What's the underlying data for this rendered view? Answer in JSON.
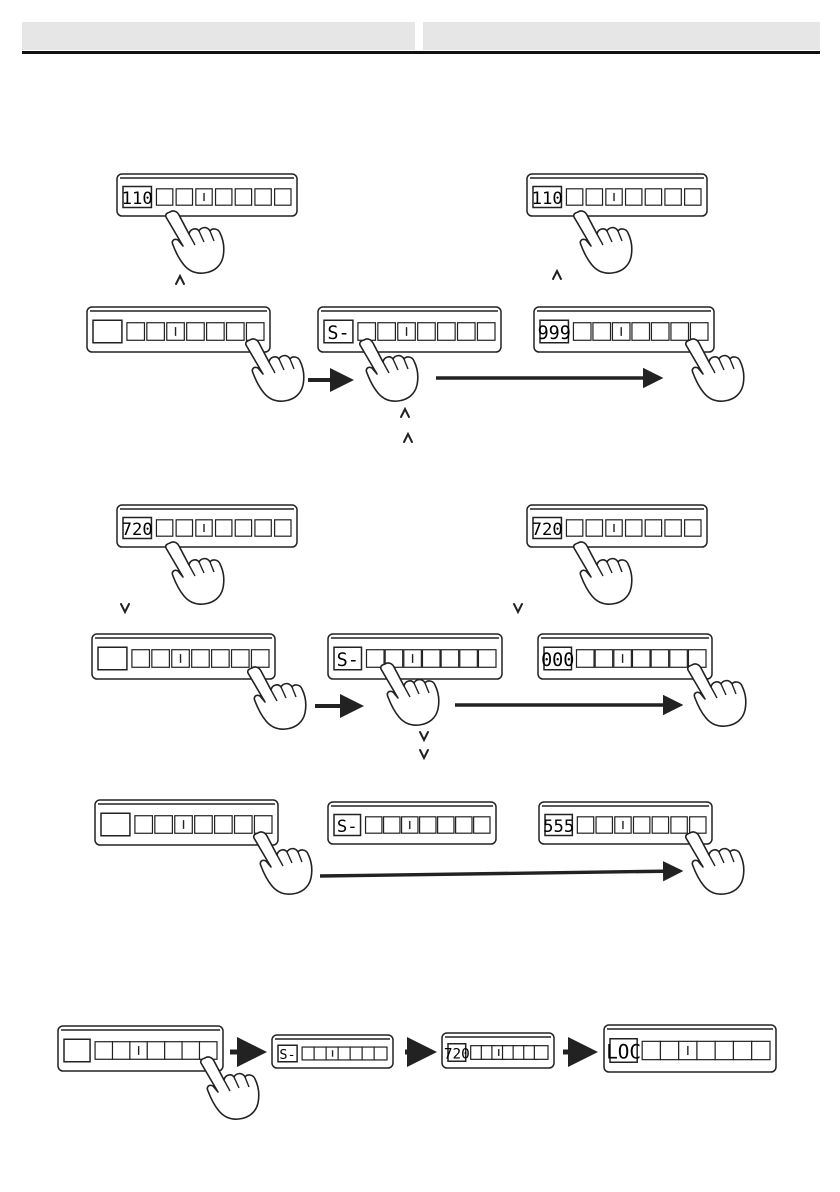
{
  "header": {
    "left_label": "",
    "right_label": ""
  },
  "steps": [
    {
      "name": "raise-to-upper-limit",
      "top_displays": [
        "110",
        "110"
      ],
      "row_displays": [
        "",
        "S-",
        "999"
      ],
      "arrow_icons": [
        "up-arrow-icon",
        "up-arrow-icon",
        "up-double-arrow-icon"
      ]
    },
    {
      "name": "lower-to-lower-limit",
      "top_displays": [
        "720",
        "720"
      ],
      "row_displays": [
        "",
        "S-",
        "000"
      ],
      "arrow_icons": [
        "down-arrow-icon",
        "down-arrow-icon",
        "down-double-arrow-icon"
      ]
    },
    {
      "name": "save-preset",
      "row_displays": [
        "",
        "S-",
        "555"
      ]
    },
    {
      "name": "lock-panel",
      "row_displays": [
        "",
        "S-",
        "720",
        "LOC"
      ]
    }
  ],
  "icons": [
    "hand-pointer-icon",
    "right-arrow-icon"
  ]
}
